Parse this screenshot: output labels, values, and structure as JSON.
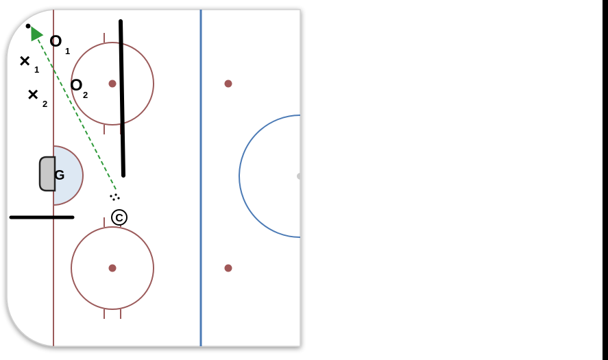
{
  "players": {
    "o1": {
      "symbol": "O",
      "sub": "1"
    },
    "o2": {
      "symbol": "O",
      "sub": "2"
    },
    "x1": {
      "symbol": "×",
      "sub": "1"
    },
    "x2": {
      "symbol": "×",
      "sub": "2"
    },
    "goalie": {
      "symbol": "G"
    },
    "coach": {
      "symbol": "C"
    }
  },
  "colors": {
    "red_line": "#9b5a5a",
    "blue_line": "#4b7ab5",
    "pass_arrow": "#2f9a3a",
    "crease_fill": "#dde8f3",
    "goalie_fill": "#c8c8c8"
  }
}
